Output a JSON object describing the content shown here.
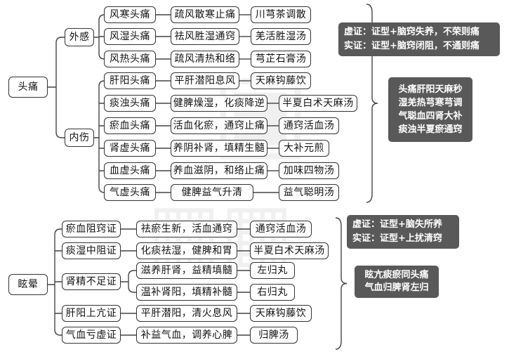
{
  "headache": {
    "root": "头痛",
    "waigan": {
      "label": "外感",
      "rows": [
        {
          "type": "风寒头痛",
          "method": "疏风散寒止痛",
          "formula": "川芎茶调散"
        },
        {
          "type": "风湿头痛",
          "method": "祛风胜湿通窍",
          "formula": "羌活胜湿汤"
        },
        {
          "type": "风热头痛",
          "method": "疏风清热和络",
          "formula": "芎芷石膏汤"
        }
      ]
    },
    "neishang": {
      "label": "内伤",
      "rows": [
        {
          "type": "肝阳头痛",
          "method": "平肝潜阳息风",
          "formula": "天麻钩藤饮"
        },
        {
          "type": "痰浊头痛",
          "method": "健脾燥湿，化痰降逆",
          "formula": "半夏白术天麻汤"
        },
        {
          "type": "瘀血头痛",
          "method": "活血化瘀，通窍止痛",
          "formula": "通窍活血汤"
        },
        {
          "type": "肾虚头痛",
          "method": "养阴补肾，填精生髓",
          "formula": "大补元煎"
        },
        {
          "type": "血虚头痛",
          "method": "养血滋阴，和络止痛",
          "formula": "加味四物汤"
        },
        {
          "type": "气虚头痛",
          "method": "健脾益气升清",
          "formula": "益气聪明汤"
        }
      ]
    },
    "note_syndrome": [
      "虚证：证型+脑窍失养，不荣则痛",
      "实证：证型+脑窍闭阻，不通则痛"
    ],
    "note_mnemonic": [
      "头痛肝阳天麻秒",
      "湿羌热芎寒芎调",
      "气聪血四肾大补",
      "痰浊半夏瘀通窍"
    ]
  },
  "vertigo": {
    "root": "眩晕",
    "rows": [
      {
        "type": "瘀血阻窍证",
        "method": "祛瘀生新，活血通窍",
        "formula": "通窍活血汤"
      },
      {
        "type": "痰湿中阻证",
        "method": "化痰祛湿，健脾和胃",
        "formula": "半夏白术天麻汤"
      },
      {
        "type": "肾精不足证",
        "subs": [
          {
            "method": "滋养肝肾，益精填髓",
            "formula": "左归丸"
          },
          {
            "method": "温补肾阳，填精补髓",
            "formula": "右归丸"
          }
        ]
      },
      {
        "type": "肝阳上亢证",
        "method": "平肝潜阳，清火息风",
        "formula": "天麻钩藤饮"
      },
      {
        "type": "气血亏虚证",
        "method": "补益气血，调养心脾",
        "formula": "归脾汤"
      }
    ],
    "note_syndrome": [
      "虚证：证型+脑失所养",
      "实证：证型+上扰清窍"
    ],
    "note_mnemonic": [
      "眩亢痰瘀同头痛",
      "气血归脾肾左归"
    ]
  }
}
